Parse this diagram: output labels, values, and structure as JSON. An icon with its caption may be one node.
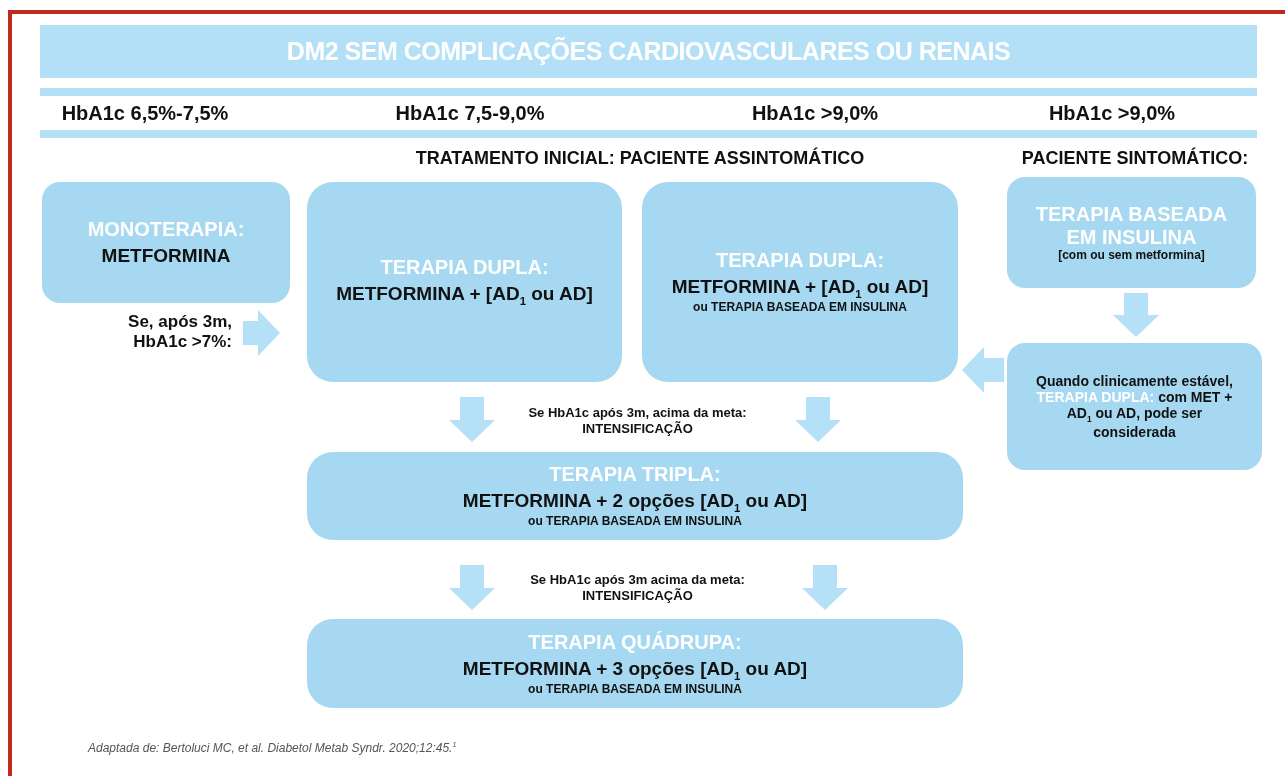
{
  "diagram": {
    "title": "DM2 SEM COMPLICAÇÕES CARDIOVASCULARES OU RENAIS",
    "caption": "Adaptada de: Bertoluci MC, et al. Diabetol Metab Syndr. 2020;12:45.$^{1}$",
    "nodes": [
      {
        "text": [
          "MONOTERAPIA:",
          "METFORMINA"
        ]
      },
      {
        "text": [
          "TERAPIA DUPLA:",
          "METFORMINA + [AD$_{1}$ ou AD]"
        ]
      },
      {
        "text": [
          "TERAPIA DUPLA:",
          "METFORMINA + [AD$_{1}$ ou AD]",
          "ou TERAPIA BASEADA EM INSULINA"
        ]
      },
      {
        "text": [
          "TERAPIA BASEADA EM INSULINA",
          "[com ou sem metformina]"
        ]
      },
      {
        "text": [
          "Quando clinicamente estável, **TERAPIA DUPLA:** com MET + AD$_{1}$ ou AD, pode ser considerada"
        ]
      },
      {
        "text": [
          "TERAPIA TRIPLA:",
          "METFORMINA + 2 opções [AD$_{1}$ ou AD]",
          "ou TERAPIA BASEADA EM INSULINA"
        ]
      },
      {
        "text": [
          "TERAPIA QUÁDRUPA:",
          "METFORMINA + 3 opções [AD$_{1}$ ou AD]",
          "ou TERAPIA BASEADA EM INSULINA"
        ]
      }
    ],
    "edges": [
      {
        "from": 0,
        "to": 1,
        "arrow": "to",
        "label": "Se, após 3m, HbA1c >7%:"
      },
      {
        "from": 3,
        "to": 4,
        "arrow": "to"
      },
      {
        "from": 4,
        "to": 2,
        "arrow": "to"
      },
      {
        "from": 1,
        "to": 5,
        "arrow": "to"
      },
      {
        "from": 2,
        "to": 5,
        "arrow": "to"
      },
      {
        "from": 5,
        "to": 6,
        "arrow": "to"
      },
      {
        "from": 5,
        "to": 6,
        "arrow": "to"
      }
    ],
    "labels": [
      "HbA1c 6,5%-7,5%",
      "HbA1c 7,5-9,0%",
      "HbA1c >9,0%",
      "HbA1c >9,0%",
      "TRATAMENTO INICIAL: PACIENTE ASSINTOMÁTICO",
      "PACIENTE SINTOMÁTICO:",
      "Se HbA1c após 3m, acima da meta: INTENSIFICAÇÃO",
      "Se HbA1c após 3m acima da meta: INTENSIFICAÇÃO"
    ]
  }
}
